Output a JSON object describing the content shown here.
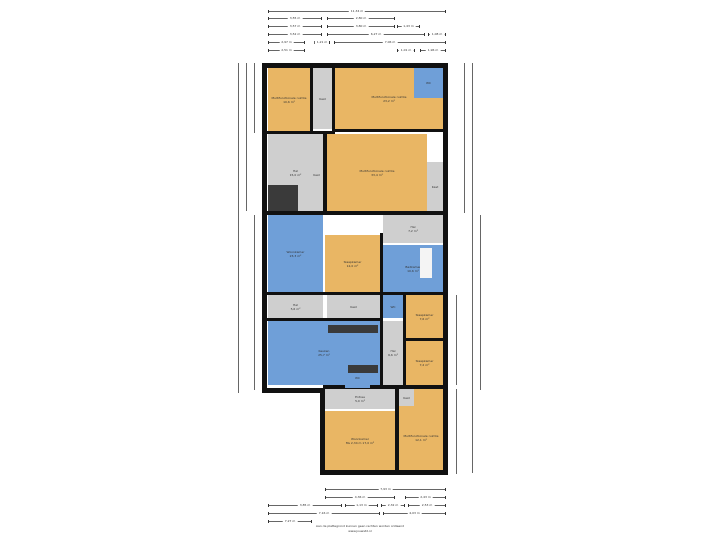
{
  "rooms": [
    {
      "name": "Multifunctionele ruimte",
      "area": "10,6 m²"
    },
    {
      "name": "Kast",
      "area": ""
    },
    {
      "name": "Multifunctionele ruimte",
      "area": "23,2 m²"
    },
    {
      "name": "WC",
      "area": ""
    },
    {
      "name": "Hal",
      "area": "15,0 m²"
    },
    {
      "name": "Kast",
      "area": ""
    },
    {
      "name": "Multifunctionele ruimte",
      "area": "33,4 m²"
    },
    {
      "name": "Kast",
      "area": ""
    },
    {
      "name": "Woonkamer",
      "area": "23,3 m²"
    },
    {
      "name": "Slaapkamer",
      "area": "12,0 m²"
    },
    {
      "name": "Hal",
      "area": "7,2 m²"
    },
    {
      "name": "Badkamer",
      "area": "10,6 m²"
    },
    {
      "name": "Hal",
      "area": "5,6 m²"
    },
    {
      "name": "Kast",
      "area": ""
    },
    {
      "name": "WC",
      "area": ""
    },
    {
      "name": "Keuken",
      "area": "25,7 m²"
    },
    {
      "name": "Slaapkamer",
      "area": "7,6 m²"
    },
    {
      "name": "Hal",
      "area": "6,6 m²"
    },
    {
      "name": "Slaapkamer",
      "area": "7,2 m²"
    },
    {
      "name": "WC",
      "area": ""
    },
    {
      "name": "Entree",
      "area": "5,0 m²"
    },
    {
      "name": "Kast",
      "area": ""
    },
    {
      "name": "Woonkamer",
      "area": "Ms 2,34 m 17,0 m²"
    },
    {
      "name": "Multifunctionele ruimte",
      "area": "12,1 m²"
    }
  ],
  "dimensions": {
    "top": [
      "11,34 m",
      "3,55 m",
      "2,80 m",
      "3,57 m",
      "3,80 m",
      "1,43 m",
      "3,52 m",
      "6,27 m",
      "1,08 m",
      "2,97 m",
      "1,21 m",
      "7,06 m",
      "2,51 m",
      "1,01 m",
      "1,96 m"
    ],
    "bottom": [
      "7,93 m",
      "4,36 m",
      "2,43 m",
      "3,85 m",
      "1,13 m",
      "2,32 m",
      "2,53 m",
      "7,16 m",
      "4,03 m",
      "7,27 m"
    ]
  },
  "footer": {
    "disclaimer": "Aan de plattegrond kunnen geen rechten worden ontleend",
    "website": "www.jouwstd.nl"
  },
  "colors": {
    "living": "#e9b664",
    "wet": "#6f9fd8",
    "circulation": "#cfcfcf"
  }
}
